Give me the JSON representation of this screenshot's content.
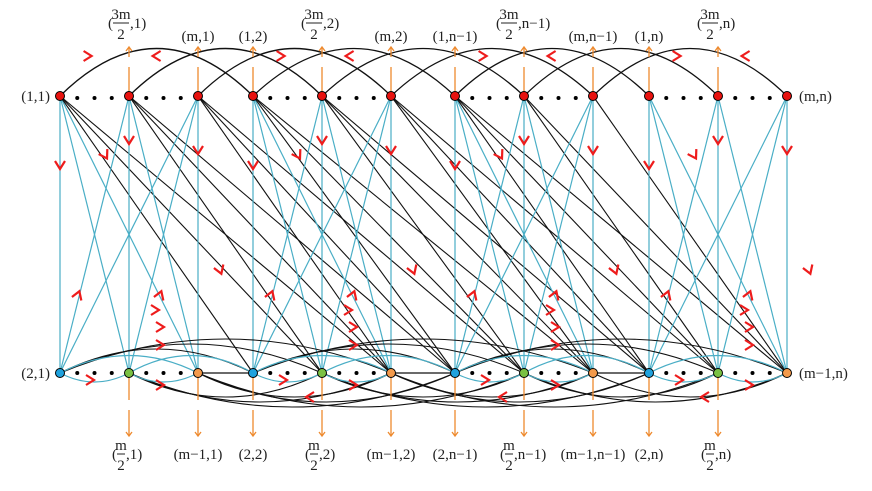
{
  "colors": {
    "top_node": "#e8120f",
    "blue_node": "#1ea2de",
    "green_node": "#7ac143",
    "orange_node": "#f39a4b",
    "cyan_edge": "#4aaec6",
    "black_edge": "#111111",
    "arrow": "#ee1c1c",
    "orange_arrow": "#ee8a2e"
  },
  "top_labels": [
    {
      "text": "(1,1)"
    },
    {
      "num": "3m",
      "den": "2",
      "rest": ",1"
    },
    {
      "text": "(m,1)"
    },
    {
      "text": "(1,2)"
    },
    {
      "num": "3m",
      "den": "2",
      "rest": ",2"
    },
    {
      "text": "(m,2)"
    },
    {
      "text": "(1,n−1)"
    },
    {
      "num": "3m",
      "den": "2",
      "rest": ",n−1"
    },
    {
      "text": "(m,n−1)"
    },
    {
      "text": "(1,n)"
    },
    {
      "num": "3m",
      "den": "2",
      "rest": ",n"
    },
    {
      "text": "(m,n)"
    }
  ],
  "bottom_labels": [
    {
      "text": "(2,1)"
    },
    {
      "num": "m",
      "den": "2",
      "rest": ",1"
    },
    {
      "text": "(m−1,1)"
    },
    {
      "text": "(2,2)"
    },
    {
      "num": "m",
      "den": "2",
      "rest": ",2"
    },
    {
      "text": "(m−1,2)"
    },
    {
      "text": "(2,n−1)"
    },
    {
      "num": "m",
      "den": "2",
      "rest": ",n−1"
    },
    {
      "text": "(m−1,n−1)"
    },
    {
      "text": "(2,n)"
    },
    {
      "num": "m",
      "den": "2",
      "rest": ",n"
    },
    {
      "text": "(m−1,n)"
    }
  ]
}
